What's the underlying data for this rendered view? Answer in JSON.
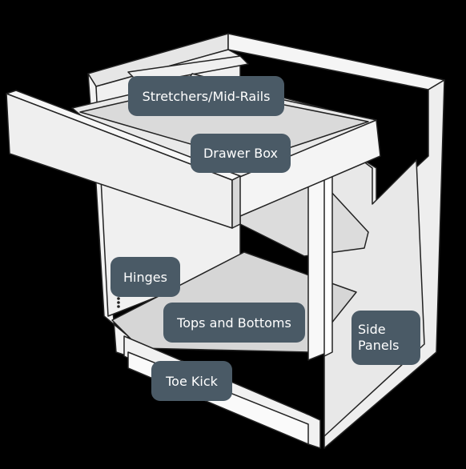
{
  "labels": {
    "stretchers": "Stretchers/Mid-Rails",
    "drawer_box": "Drawer Box",
    "hinges": "Hinges",
    "tops_bottoms": "Tops and Bottoms",
    "side_panels": "Side Panels",
    "toe_kick": "Toe Kick"
  },
  "colors": {
    "background": "#000000",
    "panel_face": "#f2f2f2",
    "panel_shade": "#d4d4d4",
    "outline": "#222222",
    "label_bg": "#4a5a66",
    "label_text": "#ffffff"
  }
}
